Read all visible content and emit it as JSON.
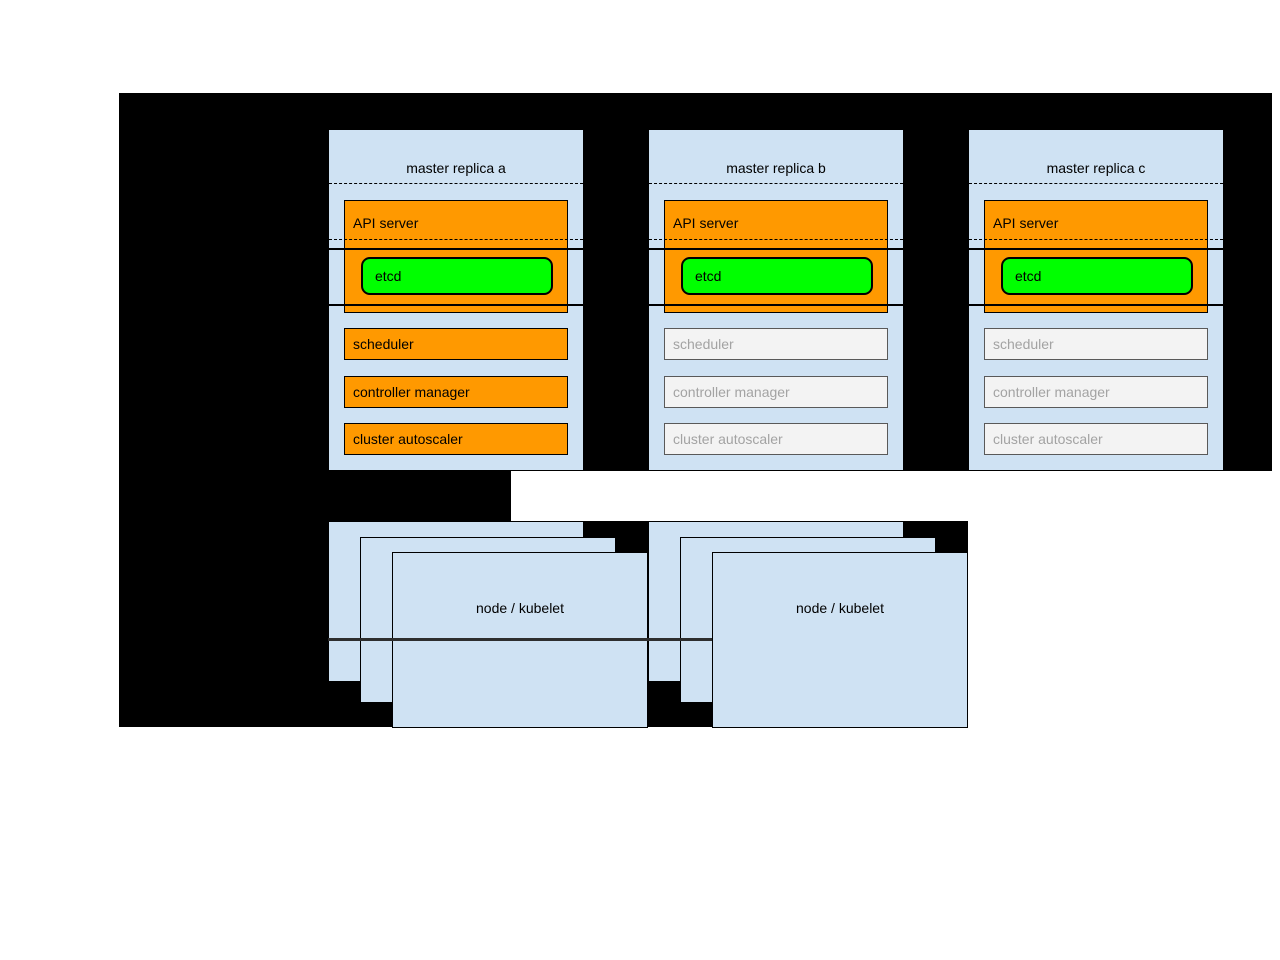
{
  "diagram": {
    "title_hidden": "",
    "colors": {
      "cluster_background": "#000000",
      "container_fill": "#cfe2f3",
      "active_component_fill": "#ff9900",
      "etcd_fill": "#00ff00",
      "inactive_component_fill": "#f3f3f3",
      "inactive_component_text": "#a3a3a3",
      "border": "#000000"
    },
    "masters": [
      {
        "title": "master replica a",
        "state": "active",
        "api_server": "API server",
        "etcd": "etcd",
        "scheduler": "scheduler",
        "controller_manager": "controller manager",
        "cluster_autoscaler": "cluster autoscaler"
      },
      {
        "title": "master replica b",
        "state": "standby",
        "api_server": "API server",
        "etcd": "etcd",
        "scheduler": "scheduler",
        "controller_manager": "controller manager",
        "cluster_autoscaler": "cluster autoscaler"
      },
      {
        "title": "master replica c",
        "state": "standby",
        "api_server": "API server",
        "etcd": "etcd",
        "scheduler": "scheduler",
        "controller_manager": "controller manager",
        "cluster_autoscaler": "cluster autoscaler"
      }
    ],
    "node_groups": [
      {
        "label": "node / kubelet"
      },
      {
        "label": "node / kubelet"
      }
    ]
  }
}
